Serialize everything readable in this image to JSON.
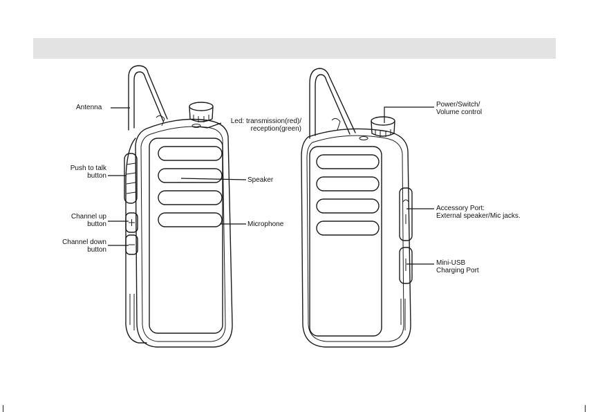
{
  "labels": {
    "antenna": "Antenna",
    "push_to_talk": [
      "Push to talk",
      "button"
    ],
    "channel_up": [
      "Channel up",
      "button"
    ],
    "channel_down": [
      "Channel down",
      "button"
    ],
    "led": [
      "Led: transmission(red)/",
      "reception(green)"
    ],
    "speaker": "Speaker",
    "microphone": "Microphone",
    "power": [
      "Power/Switch/",
      "Volume control"
    ],
    "accessory_port": [
      "Accessory Port:",
      "External speaker/Mic jacks."
    ],
    "mini_usb": [
      "Mini-USB",
      "Charging Port"
    ]
  },
  "colors": {
    "header_bar": "#e3e3e3",
    "line_art": "#1a1a1a",
    "background": "#ffffff"
  }
}
